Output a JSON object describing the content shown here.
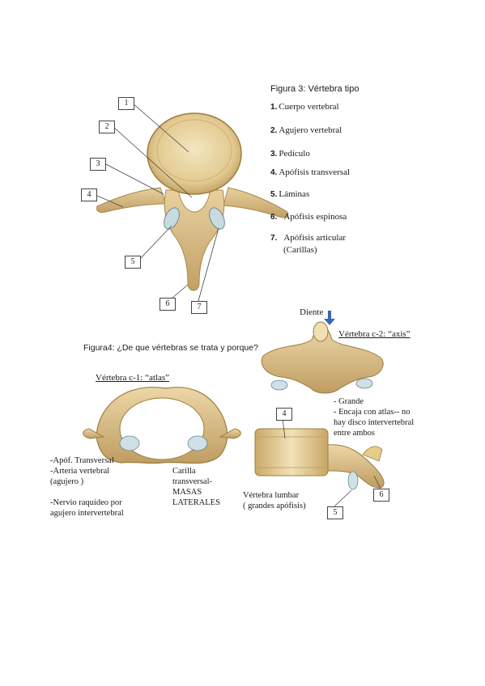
{
  "figure3": {
    "title": "Figura 3: Vértebra tipo",
    "callouts": [
      "1",
      "2",
      "3",
      "4",
      "5",
      "6",
      "7"
    ],
    "labels": [
      {
        "num": "1.",
        "text": "Cuerpo vertebral"
      },
      {
        "num": "2.",
        "text": "Agujero vertebral"
      },
      {
        "num": "3.",
        "text": "Pedículo"
      },
      {
        "num": "4.",
        "text": "Apófisis transversal"
      },
      {
        "num": "5.",
        "text": "Láminas"
      },
      {
        "num": "6.",
        "text": "Apófisis espinosa"
      },
      {
        "num": "7.",
        "text": "Apófisis articular"
      }
    ],
    "label7_line2": "(Carillas)"
  },
  "figure4": {
    "title": "Figura4: ¿De que vértebras se trata y porque?",
    "diente": "Diente",
    "axis_title": "Vértebra c-2: “axis”",
    "axis_notes": [
      "- Grande",
      "- Encaja con atlas-- no",
      "hay disco intervertebral",
      "entre ambos"
    ],
    "atlas_title": "Vértebra c-1: “atlas”",
    "atlas_left_notes": [
      "-Apóf. Transversal",
      "-Arteria vertebral",
      "(agujero )"
    ],
    "atlas_nerve_notes": [
      "-Nervio raquídeo por",
      "agujero intervertebral"
    ],
    "atlas_center_notes": [
      "Carilla",
      "transversal-",
      "MASAS",
      "LATERALES"
    ],
    "lumbar_notes": [
      "Vértebra lumbar",
      "( grandes apófisis)"
    ],
    "lumbar_callouts": [
      "4",
      "5",
      "6"
    ]
  },
  "colors": {
    "bone": "#d9c08a",
    "bone_dark": "#b89656",
    "bone_light": "#efe0b5",
    "cartilage": "#cfe0e6",
    "arrow": "#3a66b0"
  }
}
